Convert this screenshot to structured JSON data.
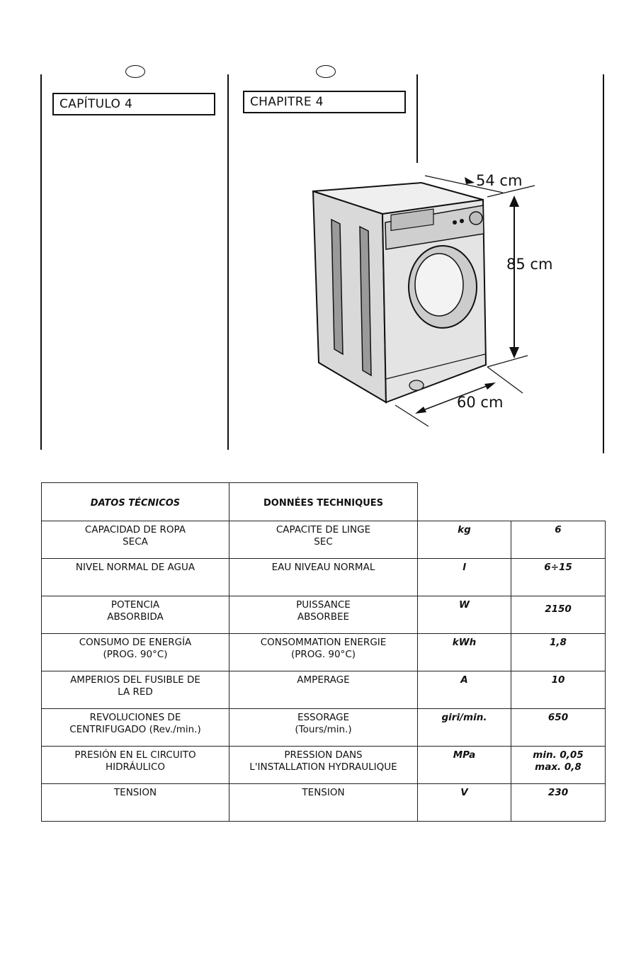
{
  "sections": {
    "es": {
      "chapter_label": "CAPÍTULO 4"
    },
    "fr": {
      "chapter_label": "CHAPITRE 4"
    }
  },
  "dimensions": {
    "depth": "54 cm",
    "height": "85 cm",
    "width": "60 cm"
  },
  "table": {
    "headers": {
      "es": "DATOS TÉCNICOS",
      "fr": "DONNÉES TECHNIQUES"
    },
    "rows": [
      {
        "es": [
          "CAPACIDAD DE ROPA",
          "SECA"
        ],
        "fr": [
          "CAPACITE DE LINGE",
          "SEC"
        ],
        "unit": "kg",
        "value": [
          "6"
        ]
      },
      {
        "es": [
          "NIVEL NORMAL DE AGUA"
        ],
        "fr": [
          "EAU NIVEAU NORMAL"
        ],
        "unit": "l",
        "value": [
          "6÷15"
        ]
      },
      {
        "es": [
          "POTENCIA",
          "ABSORBIDA"
        ],
        "fr": [
          "PUISSANCE",
          "ABSORBEE"
        ],
        "unit": "W",
        "value": [
          "2150"
        ]
      },
      {
        "es": [
          "CONSUMO DE ENERGÍA",
          "(PROG. 90°C)"
        ],
        "fr": [
          "CONSOMMATION ENERGIE",
          "(PROG. 90°C)"
        ],
        "unit": "kWh",
        "value": [
          "1,8"
        ]
      },
      {
        "es": [
          "AMPERIOS DEL FUSIBLE DE",
          "LA RED"
        ],
        "fr": [
          "AMPERAGE"
        ],
        "unit": "A",
        "value": [
          "10"
        ]
      },
      {
        "es": [
          "REVOLUCIONES DE",
          "CENTRIFUGADO (Rev./min.)"
        ],
        "fr": [
          "ESSORAGE",
          "(Tours/min.)"
        ],
        "unit": "giri/min.",
        "value": [
          "650"
        ]
      },
      {
        "es": [
          "PRESIÓN EN EL CIRCUITO",
          "HIDRÁULICO"
        ],
        "fr": [
          "PRESSION DANS",
          "L'INSTALLATION HYDRAULIQUE"
        ],
        "unit": "MPa",
        "value": [
          "min. 0,05",
          "max. 0,8"
        ]
      },
      {
        "es": [
          "TENSION"
        ],
        "fr": [
          "TENSION"
        ],
        "unit": "V",
        "value": [
          "230"
        ]
      }
    ]
  },
  "colors": {
    "ink": "#111111",
    "machine_body": "#d9d9d9",
    "machine_shadow": "#9a9a9a"
  }
}
